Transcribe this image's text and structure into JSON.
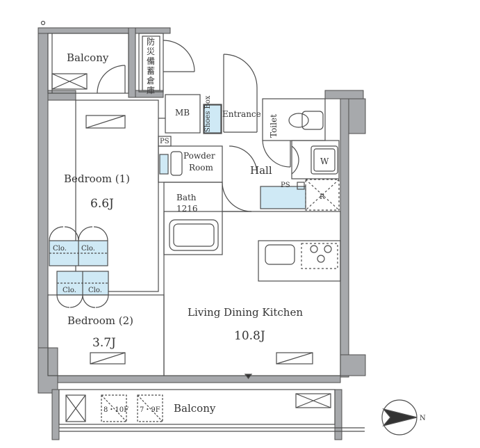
{
  "rooms": {
    "balcony_top": "Balcony",
    "storage_jp": [
      "防",
      "災",
      "備",
      "蓄",
      "倉",
      "庫"
    ],
    "mb": "MB",
    "shoes_box": "Shoes Box",
    "entrance": "Entrance",
    "toilet": "Toilet",
    "ps_left": "PS",
    "ps_right": "PS",
    "powder_room_1": "Powder",
    "powder_room_2": "Room",
    "hall": "Hall",
    "washer": "W",
    "fridge": "R",
    "bath": "Bath",
    "bath_size": "1216",
    "bedroom1": "Bedroom (1)",
    "bedroom1_size": "6.6J",
    "clo": "Clo.",
    "bedroom2": "Bedroom (2)",
    "bedroom2_size": "3.7J",
    "ldk": "Living Dining Kitchen",
    "ldk_size": "10.8J",
    "balcony_bottom": "Balcony",
    "floor_left": "8・10F",
    "floor_right": "7・9F",
    "north": "N"
  },
  "colors": {
    "wall": "#a7a9ac",
    "line": "#4d4d4d",
    "storage_fill": "#cfe9f5"
  }
}
